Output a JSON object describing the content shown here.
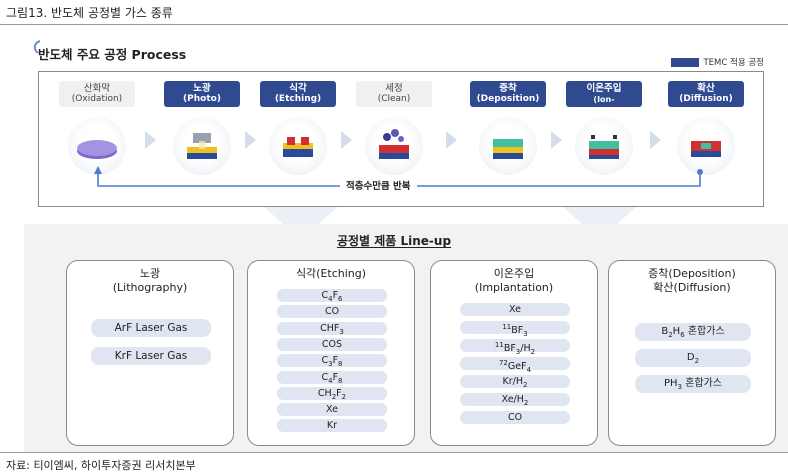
{
  "figure_title": "그림13. 반도체 공정별 가스 종류",
  "process": {
    "title": "반도체 주요 공정 Process",
    "legend": "TEMC 적용 공정",
    "steps": [
      {
        "ko": "산화막",
        "en": "(Oxidation)",
        "temc": false,
        "icon": "oxidation-wafer-icon"
      },
      {
        "ko": "노광",
        "en": "(Photo)",
        "temc": true,
        "icon": "photo-lithography-icon"
      },
      {
        "ko": "식각",
        "en": "(Etching)",
        "temc": true,
        "icon": "etching-layer-icon"
      },
      {
        "ko": "세정",
        "en": "(Clean)",
        "temc": false,
        "icon": "clean-particles-icon"
      },
      {
        "ko": "증착",
        "en": "(Deposition)",
        "temc": true,
        "icon": "deposition-layer-icon"
      },
      {
        "ko": "이온주입",
        "en": "(Ion-Implantation)",
        "temc": true,
        "icon": "ion-implantation-icon"
      },
      {
        "ko": "확산",
        "en": "(Diffusion)",
        "temc": true,
        "icon": "diffusion-layer-icon"
      }
    ],
    "loop_label": "적층수만큼 반복"
  },
  "lineup": {
    "title": "공정별 제품 Line-up",
    "cards": [
      {
        "head": [
          "노광",
          "(Lithography)"
        ],
        "items": [
          "ArF Laser Gas",
          "KrF Laser Gas"
        ]
      },
      {
        "head": [
          "식각(Etching)"
        ],
        "items": [
          "C4F6",
          "CO",
          "CHF3",
          "COS",
          "C3F8",
          "C4F8",
          "CH2F2",
          "Xe",
          "Kr"
        ]
      },
      {
        "head": [
          "이온주입",
          "(Implantation)"
        ],
        "items": [
          "Xe",
          "11BF3",
          "11BF3/H2",
          "72GeF4",
          "Kr/H2",
          "Xe/H2",
          "CO"
        ]
      },
      {
        "head": [
          "증착(Deposition)",
          "확산(Diffusion)"
        ],
        "items": [
          "B2H6 혼합가스",
          "D2",
          "PH3 혼합가스"
        ]
      }
    ]
  },
  "source": "자료: 티이엠씨, 하이투자증권 리서치본부",
  "colors": {
    "temc": "#2f4a8f",
    "arrow": "#d5dcea",
    "panel": "#f2f2f2",
    "pill": "#dfe6f2"
  }
}
